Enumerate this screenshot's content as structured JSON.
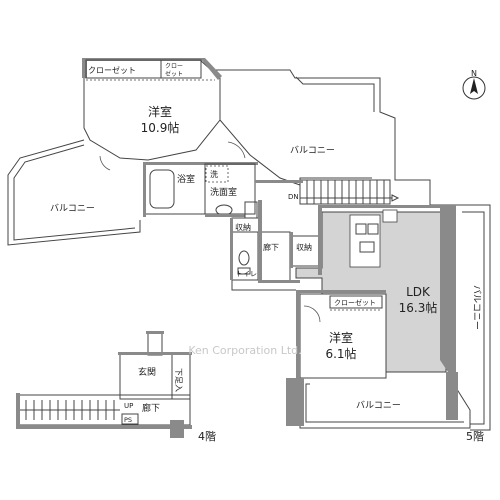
{
  "floor_4": {
    "floor_label": "4階",
    "entrance": "玄関",
    "shoe_storage": "下足入",
    "stairs_up": "UP",
    "hallway": "廊下",
    "pipe_space": "PS"
  },
  "floor_5": {
    "floor_label": "5階",
    "western_room_1": {
      "name": "洋室",
      "size": "10.9帖"
    },
    "closet_1": "クローゼット",
    "closet_2_top": "クロー",
    "closet_2_bottom": "ゼット",
    "balcony_top": "バルコニー",
    "balcony_left": "バルコニー",
    "bathroom": "浴室",
    "washer": "洗",
    "washroom": "洗面室",
    "storage_1": "収納",
    "storage_2": "収納",
    "hallway": "廊下",
    "toilet": "トイレ",
    "stairs_down": "DN",
    "ldk": {
      "name": "LDK",
      "size": "16.3帖"
    },
    "closet_3": "クローゼット",
    "western_room_2": {
      "name": "洋室",
      "size": "6.1帖"
    },
    "balcony_bottom": "バルコニー",
    "balcony_right": "バルコニー"
  },
  "watermark": "Ken Corporation Ltd.",
  "compass": {
    "label": "N"
  }
}
